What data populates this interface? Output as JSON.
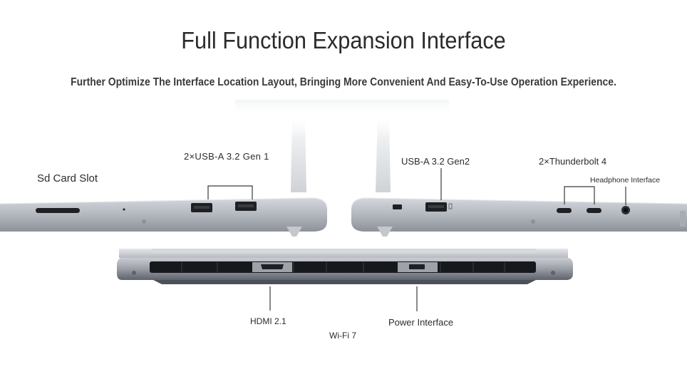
{
  "header": {
    "title": "Full Function Expansion Interface",
    "subtitle": "Further Optimize The Interface Location Layout, Bringing More Convenient And Easy-To-Use Operation Experience."
  },
  "labels": {
    "sd_card": "Sd Card Slot",
    "usb_a_left": "2×USB-A 3.2 Gen 1",
    "usb_a_right": "USB-A 3.2 Gen2",
    "thunderbolt": "2×Thunderbolt 4",
    "headphone": "Headphone Interface",
    "hdmi": "HDMI 2.1",
    "power": "Power Interface",
    "wifi": "Wi-Fi 7"
  },
  "colors": {
    "chassis": "#b9bdc5",
    "chassis_dark": "#4c5058",
    "port": "#1e2024",
    "background": "#ffffff"
  }
}
